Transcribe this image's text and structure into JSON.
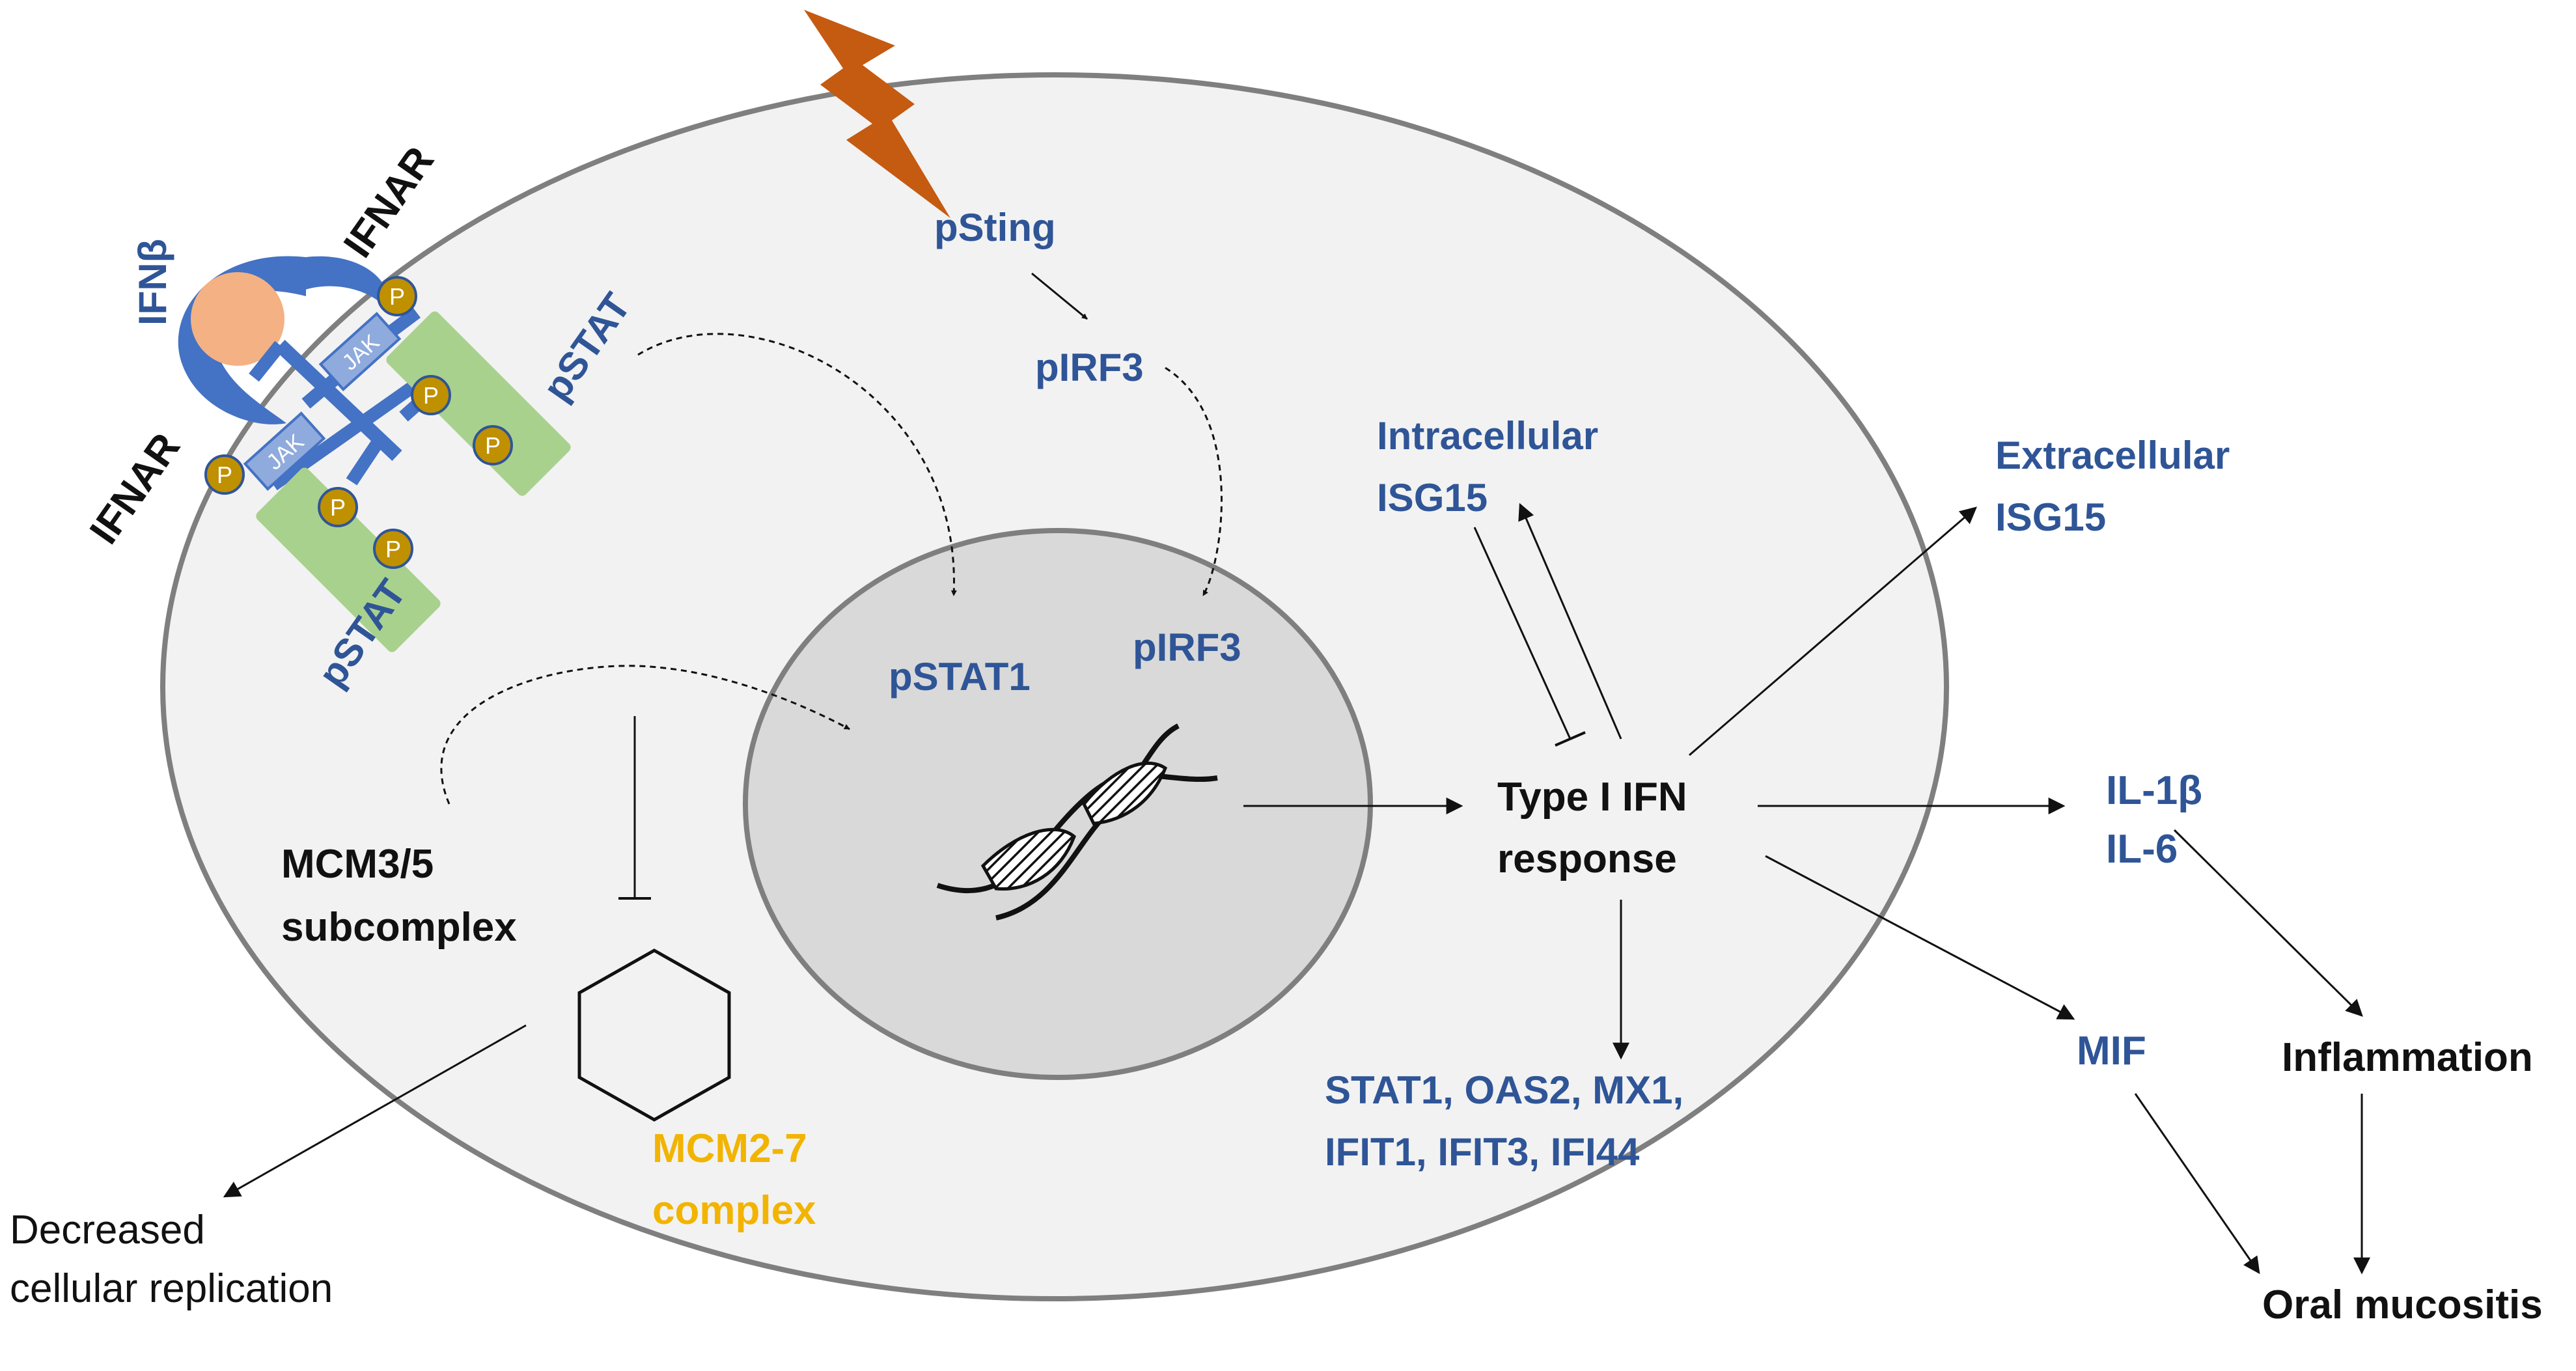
{
  "colors": {
    "blue_text": "#2f5597",
    "gold_text": "#f2b400",
    "receptor_blue": "#4472c4",
    "jak_fill": "#8faadc",
    "stat_green": "#a9d18e",
    "phospho_fill": "#bf9000",
    "ligand_orange": "#f4b183",
    "cell_fill": "#f2f2f2",
    "nucleus_fill": "#d9d9d9",
    "lightning": "#c55a11"
  },
  "icons": {
    "stimulus": "lightning-bolt-icon",
    "dna": "dna-double-helix-icon",
    "complex": "hexagon-icon"
  },
  "labels": {
    "ifnb": "IFNβ",
    "ifnar_top": "IFNAR",
    "ifnar_left": "IFNAR",
    "pstat_top": "pSTAT",
    "pstat_bottom": "pSTAT",
    "jak": "JAK",
    "phospho": "P",
    "psting": "pSting",
    "pirf3_cyto": "pIRF3",
    "pirf3_nuc": "pIRF3",
    "pstat1": "pSTAT1",
    "intracellular_isg15": [
      "Intracellular",
      "ISG15"
    ],
    "extracellular_isg15": [
      "Extracellular",
      "ISG15"
    ],
    "type1_ifn": [
      "Type I IFN",
      "response"
    ],
    "il1b": "IL-1β",
    "il6": "IL-6",
    "mif": "MIF",
    "inflammation": "Inflammation",
    "oral_mucositis": "Oral mucositis",
    "isg_list": [
      "STAT1, OAS2, MX1,",
      "IFIT1, IFIT3, IFI44"
    ],
    "mcm35": [
      "MCM3/5",
      "subcomplex"
    ],
    "mcm27": [
      "MCM2-7",
      "complex"
    ],
    "decreased": [
      "Decreased",
      "cellular replication"
    ]
  }
}
